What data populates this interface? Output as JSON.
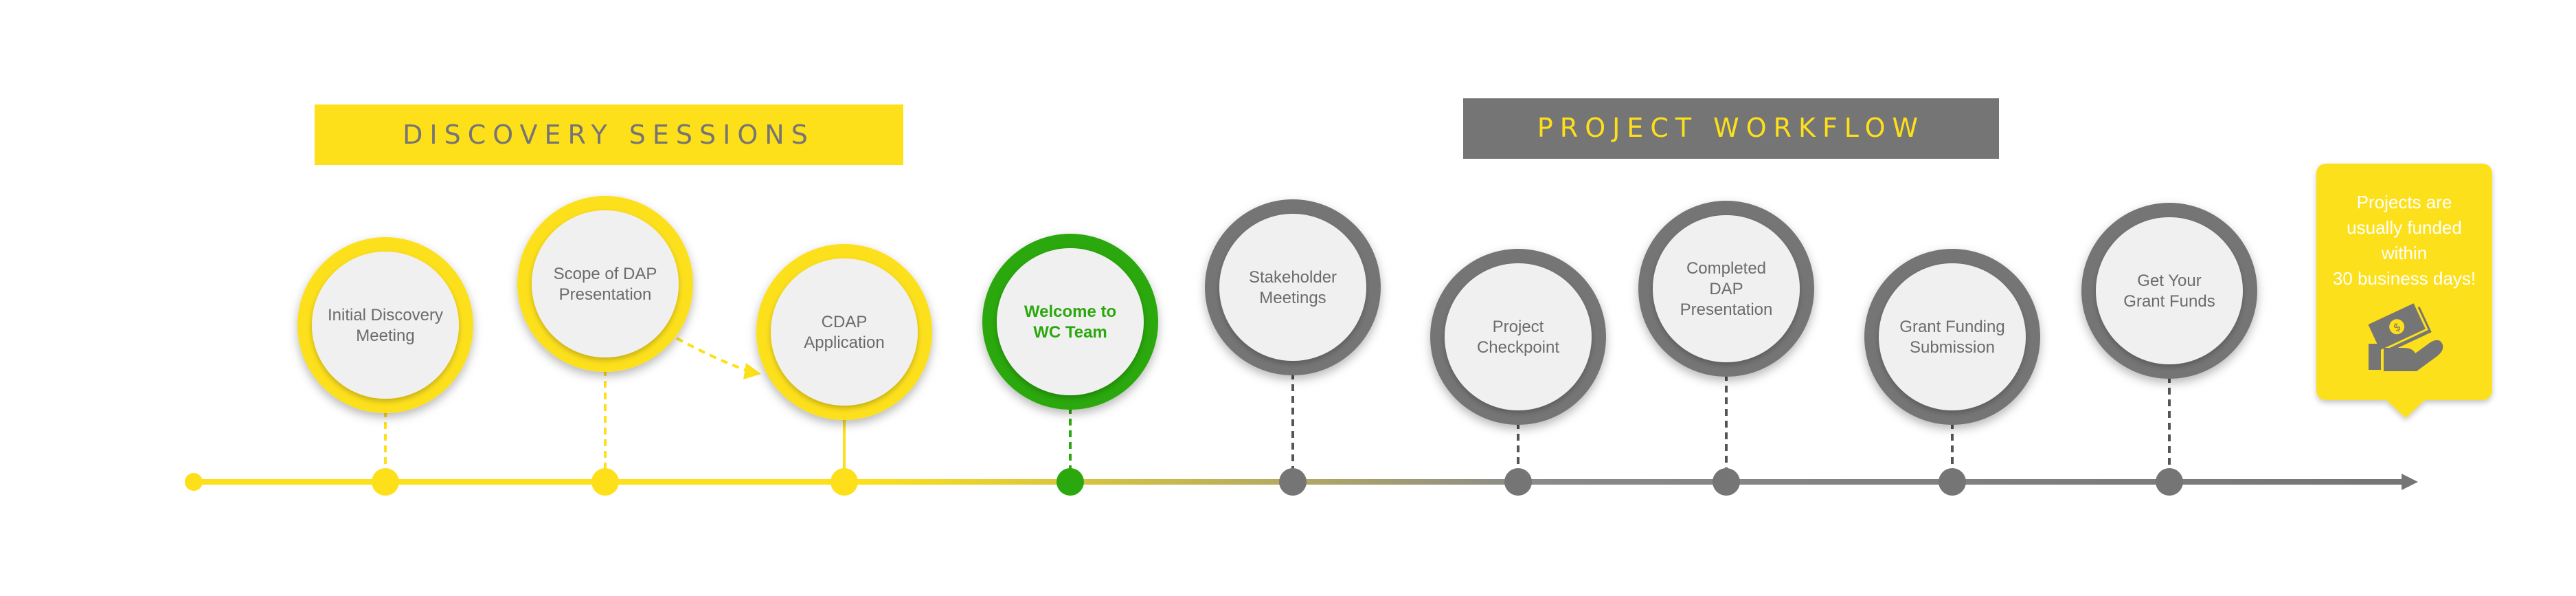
{
  "colors": {
    "yellow": "#FDE01A",
    "gray": "#757575",
    "green": "#2BA80D",
    "inner_fill": "#F0F0F0",
    "label_gray": "#6B6B6B",
    "white": "#FFFFFF"
  },
  "banners": {
    "discovery": "DISCOVERY SESSIONS",
    "workflow": "PROJECT WORKFLOW"
  },
  "nodes": [
    {
      "lines": [
        "Initial Discovery",
        "Meeting"
      ],
      "status": "discovery"
    },
    {
      "lines": [
        "Scope of DAP",
        "Presentation"
      ],
      "status": "discovery"
    },
    {
      "lines": [
        "CDAP",
        "Application"
      ],
      "status": "discovery"
    },
    {
      "lines": [
        "Welcome to",
        "WC Team"
      ],
      "status": "current"
    },
    {
      "lines": [
        "Stakeholder",
        "Meetings"
      ],
      "status": "workflow"
    },
    {
      "lines": [
        "Project",
        "Checkpoint"
      ],
      "status": "workflow"
    },
    {
      "lines": [
        "Completed",
        "DAP",
        "Presentation"
      ],
      "status": "workflow"
    },
    {
      "lines": [
        "Grant Funding",
        "Submission"
      ],
      "status": "workflow"
    },
    {
      "lines": [
        "Get Your",
        "Grant Funds"
      ],
      "status": "workflow"
    }
  ],
  "callout": {
    "lines": [
      "Projects are",
      "usually funded",
      "within",
      "30 business days!"
    ],
    "icon": "money-hand-icon"
  }
}
